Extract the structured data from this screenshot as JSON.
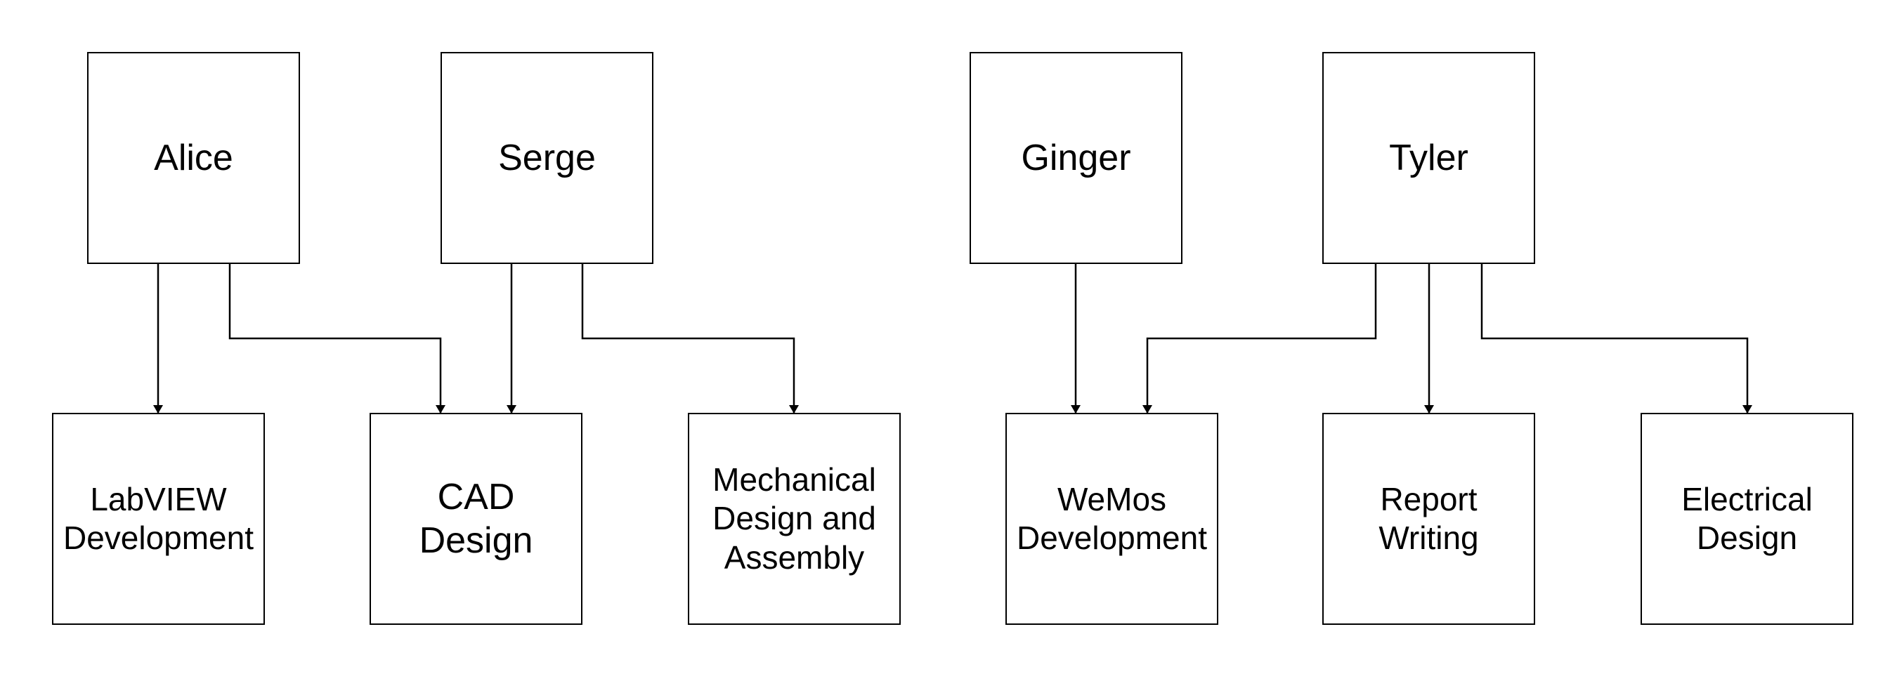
{
  "diagram": {
    "people": {
      "alice": "Alice",
      "serge": "Serge",
      "ginger": "Ginger",
      "tyler": "Tyler"
    },
    "tasks": {
      "labview": "LabVIEW\nDevelopment",
      "cad": "CAD\nDesign",
      "mechanical": "Mechanical\nDesign and\nAssembly",
      "wemos": "WeMos\nDevelopment",
      "report": "Report\nWriting",
      "electrical": "Electrical\nDesign"
    },
    "connections": [
      {
        "from": "alice",
        "to": "labview"
      },
      {
        "from": "alice",
        "to": "cad"
      },
      {
        "from": "serge",
        "to": "cad"
      },
      {
        "from": "serge",
        "to": "mechanical"
      },
      {
        "from": "ginger",
        "to": "wemos"
      },
      {
        "from": "tyler",
        "to": "wemos"
      },
      {
        "from": "tyler",
        "to": "report"
      },
      {
        "from": "tyler",
        "to": "electrical"
      }
    ],
    "colors": {
      "stroke": "#000000",
      "fill": "#ffffff"
    }
  }
}
